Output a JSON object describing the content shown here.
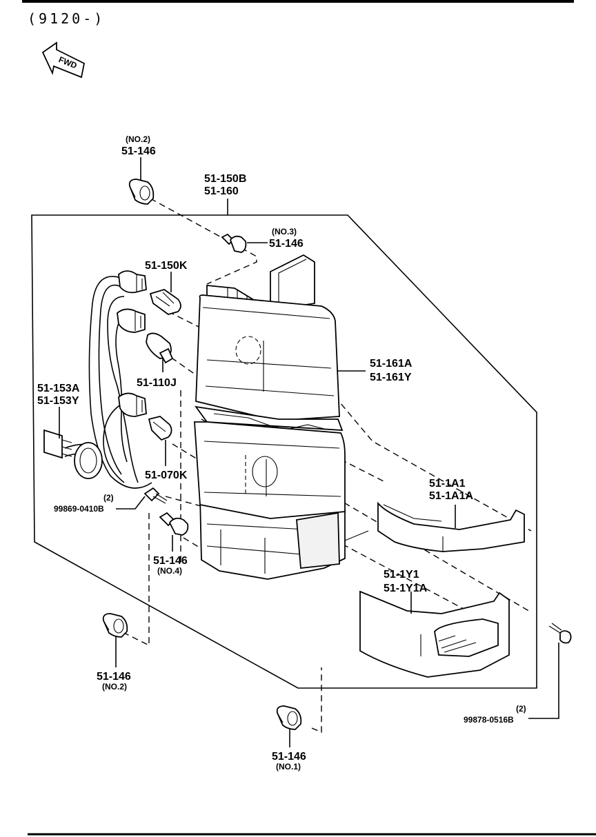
{
  "header": {
    "range": "(9120-)"
  },
  "fwd_label": "FWD",
  "labels": {
    "clip_no2_top": {
      "note": "(NO.2)",
      "code": "51-146"
    },
    "housing": {
      "line1": "51-150B",
      "line2": "51-160"
    },
    "clip_no3": {
      "note": "(NO.3)",
      "code": "51-146"
    },
    "bulb_150k": "51-150K",
    "bulb_110j": "51-110J",
    "harness": {
      "line1": "51-153A",
      "line2": "51-153Y"
    },
    "bulb_070k": "51-070K",
    "screw_0410": {
      "qty": "(2)",
      "code": "99869-0410B"
    },
    "clip_no4": {
      "code": "51-146",
      "note": "(NO.4)"
    },
    "lens_upper": {
      "line1": "51-161A",
      "line2": "51-161Y"
    },
    "garnish_1a1": {
      "line1": "51-1A1",
      "line2": "51-1A1A"
    },
    "garnish_1y1": {
      "line1": "51-1Y1",
      "line2": "51-1Y1A"
    },
    "clip_no2_bottom": {
      "code": "51-146",
      "note": "(NO.2)"
    },
    "screw_0516": {
      "qty": "(2)",
      "code": "99878-0516B"
    },
    "clip_no1": {
      "code": "51-146",
      "note": "(NO.1)"
    }
  }
}
